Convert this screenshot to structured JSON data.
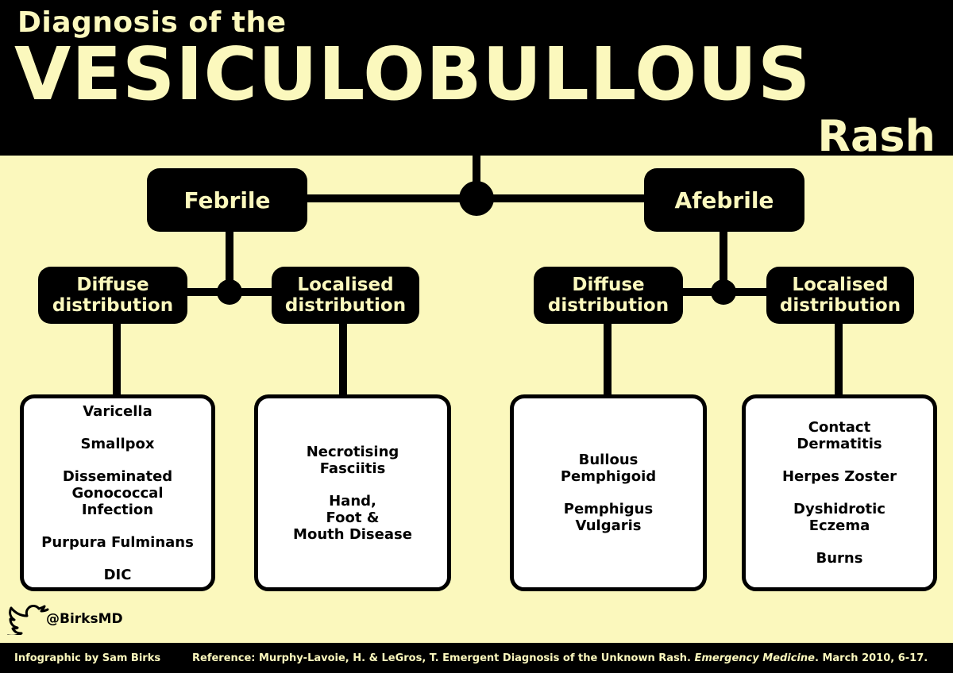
{
  "header": {
    "subtitle": "Diagnosis of the",
    "title": "VESICULOBULLOUS",
    "title_end": "Rash"
  },
  "branches": [
    {
      "label": "Febrile",
      "groups": [
        {
          "label": "Diffuse\ndistribution",
          "items": [
            "Varicella",
            "Smallpox",
            "Disseminated\nGonococcal\nInfection",
            "Purpura Fulminans",
            "DIC"
          ]
        },
        {
          "label": "Localised\ndistribution",
          "items": [
            "Necrotising\nFasciitis",
            "Hand,\nFoot &\nMouth Disease"
          ]
        }
      ]
    },
    {
      "label": "Afebrile",
      "groups": [
        {
          "label": "Diffuse\ndistribution",
          "items": [
            "Bullous\nPemphigoid",
            "Pemphigus\nVulgaris"
          ]
        },
        {
          "label": "Localised\ndistribution",
          "items": [
            "Contact\nDermatitis",
            "Herpes Zoster",
            "Dyshidrotic\nEczema",
            "Burns"
          ]
        }
      ]
    }
  ],
  "footer": {
    "handle": "@BirksMD",
    "credit": "Infographic by Sam Birks",
    "ref_start": "Reference: Murphy-Lavoie, H. & LeGros, T. Emergent Diagnosis of the Unknown Rash.",
    "ref_journal": "Emergency Medicine",
    "ref_end": ". March 2010, 6-17."
  },
  "colors": {
    "background": "#fbf8bd",
    "ink": "#000000",
    "box": "#ffffff"
  }
}
